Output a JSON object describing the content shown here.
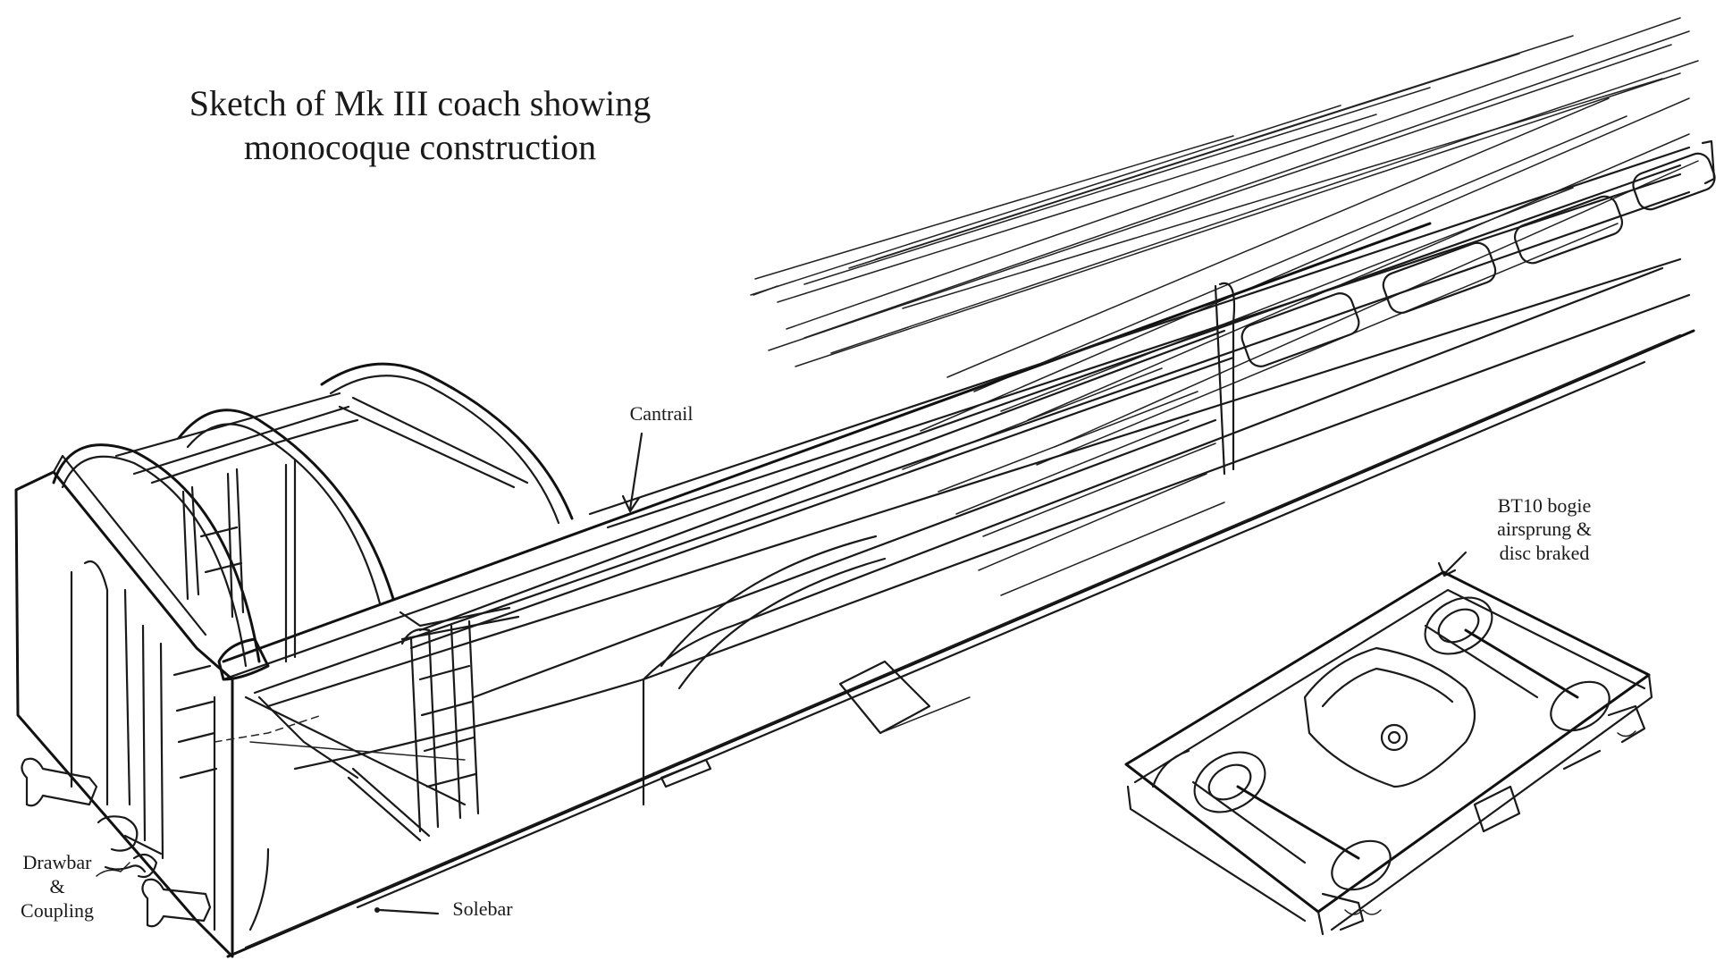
{
  "title": {
    "line1": "Sketch of Mk III coach showing",
    "line2": "monocoque construction"
  },
  "labels": {
    "cantrail": "Cantrail",
    "bogie_line1": "BT10 bogie",
    "bogie_line2": "airsprung &",
    "bogie_line3": "disc braked",
    "drawbar_line1": "Drawbar",
    "drawbar_line2": "&",
    "drawbar_line3": "Coupling",
    "solebar": "Solebar"
  },
  "colors": {
    "ink": "#1a1a1a",
    "paper": "#ffffff"
  }
}
